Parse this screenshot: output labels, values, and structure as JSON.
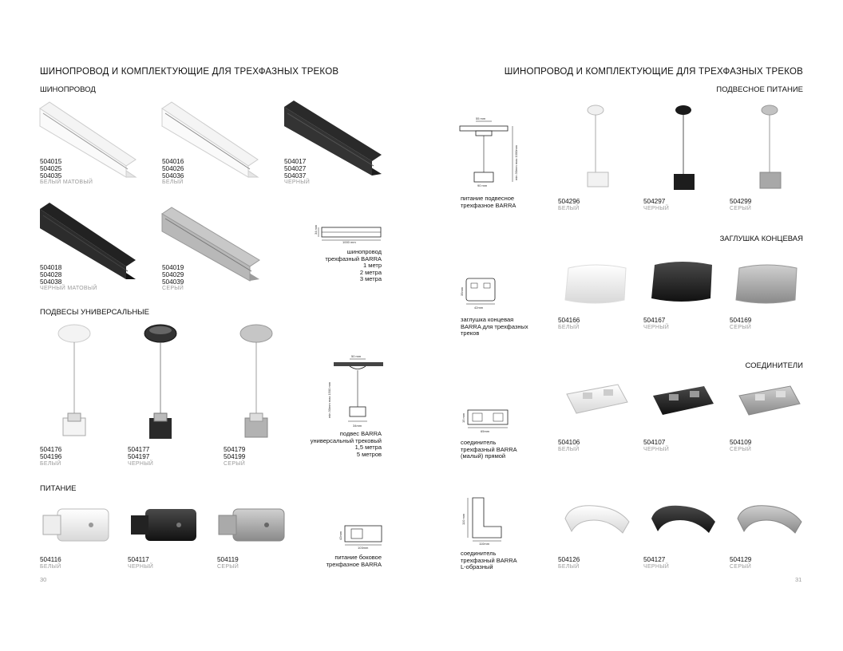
{
  "left": {
    "title": "ШИНОПРОВОД И КОМПЛЕКТУЮЩИЕ ДЛЯ ТРЕХФАЗНЫХ ТРЕКОВ",
    "section_track": "ШИНОПРОВОД",
    "section_hangers": "ПОДВЕСЫ УНИВЕРСАЛЬНЫЕ",
    "section_power": "ПИТАНИЕ",
    "tracks": [
      {
        "codes": [
          "504015",
          "504025",
          "504035"
        ],
        "color": "БЕЛЫЙ МАТОВЫЙ"
      },
      {
        "codes": [
          "504016",
          "504026",
          "504036"
        ],
        "color": "БЕЛЫЙ"
      },
      {
        "codes": [
          "504017",
          "504027",
          "504037"
        ],
        "color": "ЧЕРНЫЙ"
      },
      {
        "codes": [
          "504018",
          "504028",
          "504038"
        ],
        "color": "ЧЕРНЫЙ МАТОВЫЙ"
      },
      {
        "codes": [
          "504019",
          "504029",
          "504039"
        ],
        "color": "СЕРЫЙ"
      }
    ],
    "track_desc": [
      "шинопровод",
      "трехфазный BARRA",
      "1 метр",
      "2 метра",
      "3 метра"
    ],
    "track_dims": {
      "h": "34 mm",
      "w": "1000 mm"
    },
    "hangers": [
      {
        "codes": [
          "504176",
          "504196"
        ],
        "color": "БЕЛЫЙ"
      },
      {
        "codes": [
          "504177",
          "504197"
        ],
        "color": "ЧЕРНЫЙ"
      },
      {
        "codes": [
          "504179",
          "504199"
        ],
        "color": "СЕРЫЙ"
      }
    ],
    "hanger_desc": [
      "подвес BARRA",
      "универсальный трековый",
      "1,5 метра",
      "5 метров"
    ],
    "hanger_dims": {
      "top": "50 mm",
      "len": "min 30mm max 1500 mm",
      "bottom": "34mm"
    },
    "power": [
      {
        "codes": [
          "504116"
        ],
        "color": "БЕЛЫЙ"
      },
      {
        "codes": [
          "504117"
        ],
        "color": "ЧЕРНЫЙ"
      },
      {
        "codes": [
          "504119"
        ],
        "color": "СЕРЫЙ"
      }
    ],
    "power_desc": [
      "питание боковое",
      "трехфазное BARRA"
    ],
    "power_dims": {
      "h": "42mm",
      "w": "103mm"
    },
    "page_number": "30"
  },
  "right": {
    "title": "ШИНОПРОВОД И КОМПЛЕКТУЮЩИЕ ДЛЯ ТРЕХФАЗНЫХ ТРЕКОВ",
    "section_pendant": "ПОДВЕСНОЕ ПИТАНИЕ",
    "section_endcap": "ЗАГЛУШКА КОНЦЕВАЯ",
    "section_connectors": "СОЕДИНИТЕЛИ",
    "pendant_desc": [
      "питание подвесное",
      "трехфазное BARRA"
    ],
    "pendant_dims": {
      "top": "55 mm",
      "len": "min 30mm max 1000mm",
      "bottom": "90 mm"
    },
    "pendant": [
      {
        "codes": [
          "504296"
        ],
        "color": "БЕЛЫЙ"
      },
      {
        "codes": [
          "504297"
        ],
        "color": "ЧЕРНЫЙ"
      },
      {
        "codes": [
          "504299"
        ],
        "color": "СЕРЫЙ"
      }
    ],
    "endcap_desc": [
      "заглушка концевая",
      "BARRA для трехфазных",
      "треков"
    ],
    "endcap_dims": {
      "h": "35mm",
      "w": "42mm"
    },
    "endcaps": [
      {
        "codes": [
          "504166"
        ],
        "color": "БЕЛЫЙ"
      },
      {
        "codes": [
          "504167"
        ],
        "color": "ЧЕРНЫЙ"
      },
      {
        "codes": [
          "504169"
        ],
        "color": "СЕРЫЙ"
      }
    ],
    "straight_desc": [
      "соединитель",
      "трехфазный BARRA",
      "(малый) прямой"
    ],
    "straight_dims": {
      "h": "15 mm",
      "w": "65mm"
    },
    "straight": [
      {
        "codes": [
          "504106"
        ],
        "color": "БЕЛЫЙ"
      },
      {
        "codes": [
          "504107"
        ],
        "color": "ЧЕРНЫЙ"
      },
      {
        "codes": [
          "504109"
        ],
        "color": "СЕРЫЙ"
      }
    ],
    "lshape_desc": [
      "соединитель",
      "трехфазный BARRA",
      "L-образный"
    ],
    "lshape_dims": {
      "h": "110 mm",
      "w": "110mm"
    },
    "lshape": [
      {
        "codes": [
          "504126"
        ],
        "color": "БЕЛЫЙ"
      },
      {
        "codes": [
          "504127"
        ],
        "color": "ЧЕРНЫЙ"
      },
      {
        "codes": [
          "504129"
        ],
        "color": "СЕРЫЙ"
      }
    ],
    "page_number": "31"
  },
  "finish_colors": {
    "white": "#f2f2f2",
    "black": "#1f1f1f",
    "gray": "#a9a9a9"
  }
}
